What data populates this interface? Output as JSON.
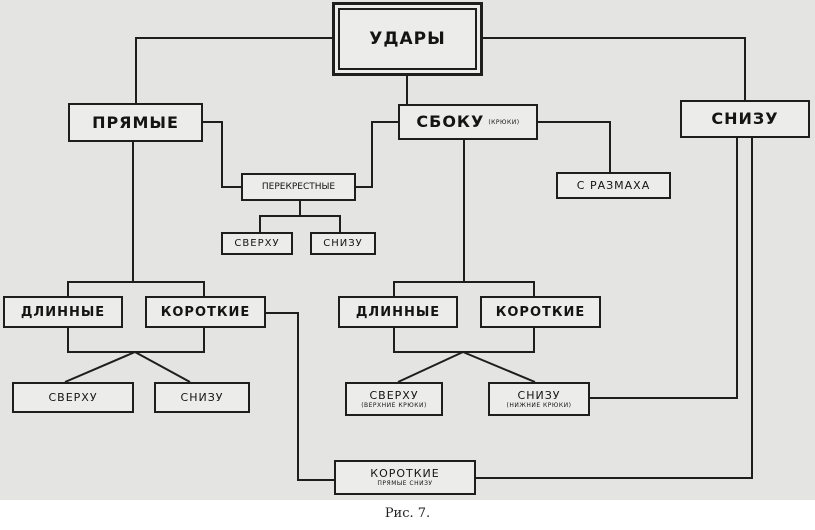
{
  "diagram": {
    "title": "УДАРЫ",
    "direct": "ПРЯМЫЕ",
    "side": "СБОКУ",
    "side_note": "(КРЮКИ)",
    "below": "СНИЗУ",
    "cross": "ПЕРЕКРЕСТНЫЕ",
    "swing": "С РАЗМАХА",
    "cross_above": "СВЕРХУ",
    "cross_below": "СНИЗУ",
    "direct_long": "ДЛИННЫЕ",
    "direct_short": "КОРОТКИЕ",
    "side_long": "ДЛИННЫЕ",
    "side_short": "КОРОТКИЕ",
    "direct_above": "СВЕРХУ",
    "direct_below": "СНИЗУ",
    "side_above": "СВЕРХУ",
    "side_above_note": "(ВЕРХНИЕ КРЮКИ)",
    "side_below": "СНИЗУ",
    "side_below_note": "(НИЖНИЕ КРЮКИ)",
    "short_uppercut": "КОРОТКИЕ",
    "short_uppercut_note": "ПРЯМЫЕ СНИЗУ"
  },
  "caption": "Рис. 7.",
  "colors": {
    "paper": "#e4e4e2",
    "ink": "#1e1e1e",
    "box_fill": "#ececea"
  }
}
